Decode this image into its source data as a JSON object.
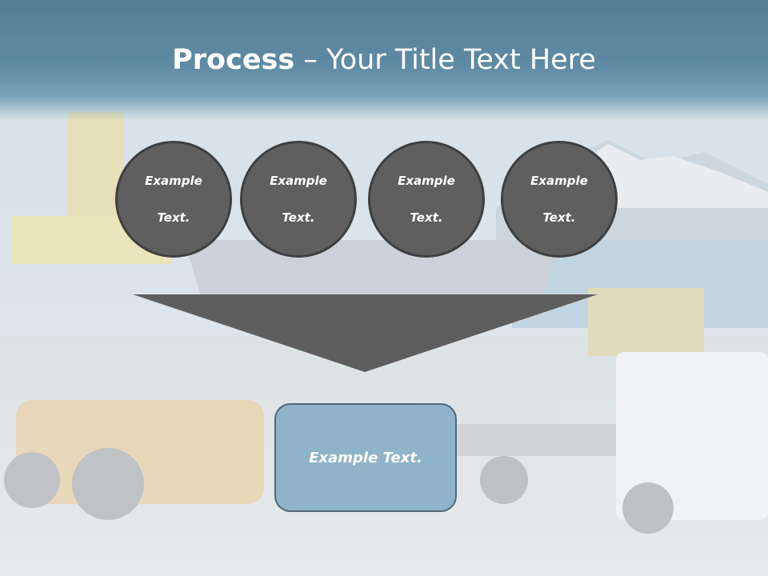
{
  "slide": {
    "title_bold": "Process",
    "title_rest": " – Your Title Text Here"
  },
  "steps": [
    {
      "line1": "Example",
      "line2": "Text."
    },
    {
      "line1": "Example",
      "line2": "Text."
    },
    {
      "line1": "Example",
      "line2": "Text."
    },
    {
      "line1": "Example",
      "line2": "Text."
    }
  ],
  "result": {
    "label": "Example Text."
  },
  "colors": {
    "header": "#5f8aa3",
    "circle_fill": "#5f5f5f",
    "funnel_fill": "#5e5e5e",
    "result_fill": "#8fb3c9",
    "title_text": "#ffffff"
  }
}
